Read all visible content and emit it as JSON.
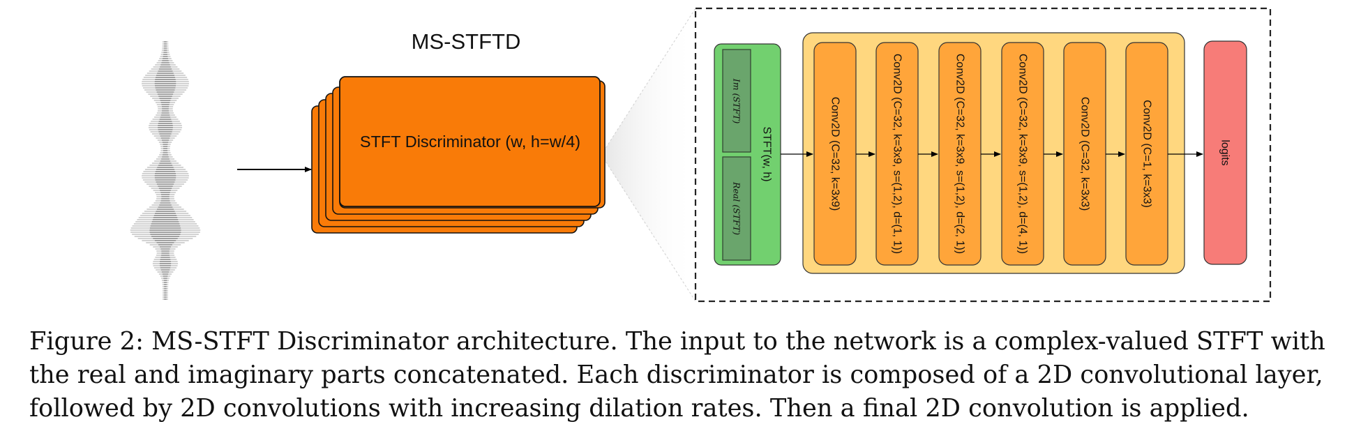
{
  "title": "MS-STFTD",
  "stack_label": "STFT Discriminator (w, h=w/4)",
  "input_block": {
    "label": "STFT(w, h)",
    "parts": [
      "Im (STFT)",
      "Real (STFT)"
    ]
  },
  "conv_layers": [
    {
      "lines": [
        "Conv2D (C=32, k=3x9)"
      ]
    },
    {
      "lines": [
        "Conv2D (C=32, k=3x9, s=(1,2), d=(1, 1))"
      ]
    },
    {
      "lines": [
        "Conv2D (C=32, k=3x9, s=(1,2), d=(2, 1))"
      ]
    },
    {
      "lines": [
        "Conv2D (C=32, k=3x9, s=(1,2), d=(4, 1))"
      ]
    },
    {
      "lines": [
        "Conv2D (C=32, k=3x3)"
      ]
    },
    {
      "lines": [
        "Conv2D (C=1, k=3x3)"
      ]
    }
  ],
  "output_label": "logits",
  "caption_lines": [
    "Figure 2: MS-STFT Discriminator architecture. The input to the network is a complex-valued STFT with",
    "the real and imaginary parts concatenated. Each discriminator is composed of a 2D convolutional layer,",
    "followed by 2D convolutions with increasing dilation rates. Then a final 2D convolution is applied."
  ],
  "colors": {
    "stack_fill": "#f97b08",
    "input_fill": "#72d06f",
    "input_part_fill": "#6aa56c",
    "conv_group_fill": "#ffd77f",
    "conv_fill": "#ffa53a",
    "output_fill": "#f77c78"
  }
}
